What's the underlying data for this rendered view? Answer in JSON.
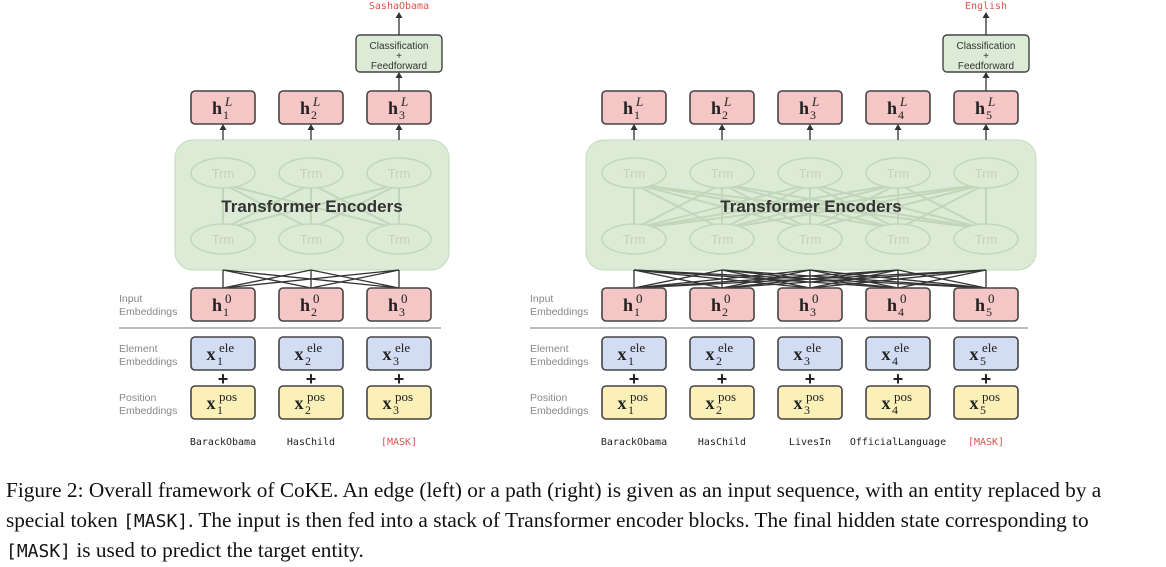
{
  "figure": {
    "left": {
      "output_label": "SashaObama",
      "classifier_line1": "Classification",
      "classifier_line2": "+",
      "classifier_line3": "Feedforward",
      "encoder_label": "Transformer Encoders",
      "trm_label": "Trm",
      "row_labels": {
        "input": [
          "Input",
          "Embeddings"
        ],
        "element": [
          "Element",
          "Embeddings"
        ],
        "position": [
          "Position",
          "Embeddings"
        ]
      },
      "tokens": [
        "BarackObama",
        "HasChild",
        "[MASK]"
      ],
      "hidden_final": [
        "h",
        "h",
        "h"
      ],
      "final_superscript": "L",
      "input_superscript": "0",
      "element_superscript": "ele",
      "position_superscript": "pos",
      "plus_sign": "+"
    },
    "right": {
      "output_label": "English",
      "classifier_line1": "Classification",
      "classifier_line2": "+",
      "classifier_line3": "Feedforward",
      "encoder_label": "Transformer Encoders",
      "trm_label": "Trm",
      "row_labels": {
        "input": [
          "Input",
          "Embeddings"
        ],
        "element": [
          "Element",
          "Embeddings"
        ],
        "position": [
          "Position",
          "Embeddings"
        ]
      },
      "tokens": [
        "BarackObama",
        "HasChild",
        "LivesIn",
        "OfficialLanguage",
        "[MASK]"
      ],
      "final_superscript": "L",
      "input_superscript": "0",
      "element_superscript": "ele",
      "position_superscript": "pos",
      "plus_sign": "+"
    },
    "colors": {
      "hidden_fill": "#f5c6c6",
      "element_fill": "#d2dcf2",
      "position_fill": "#fbf0b8",
      "encoder_fill": "#dcebd6",
      "classifier_fill": "#dcebd6",
      "mask_color": "#d9534f",
      "label_gray": "#888888"
    }
  },
  "caption": {
    "part1": "Figure 2: Overall framework of CoKE. An edge (left) or a path (right) is given as an input sequence, with an entity replaced by a special token ",
    "mask1": "[MASK]",
    "part2": ". The input is then fed into a stack of Transformer encoder blocks. The final hidden state corresponding to ",
    "mask2": "[MASK]",
    "part3": " is used to predict the target entity."
  }
}
